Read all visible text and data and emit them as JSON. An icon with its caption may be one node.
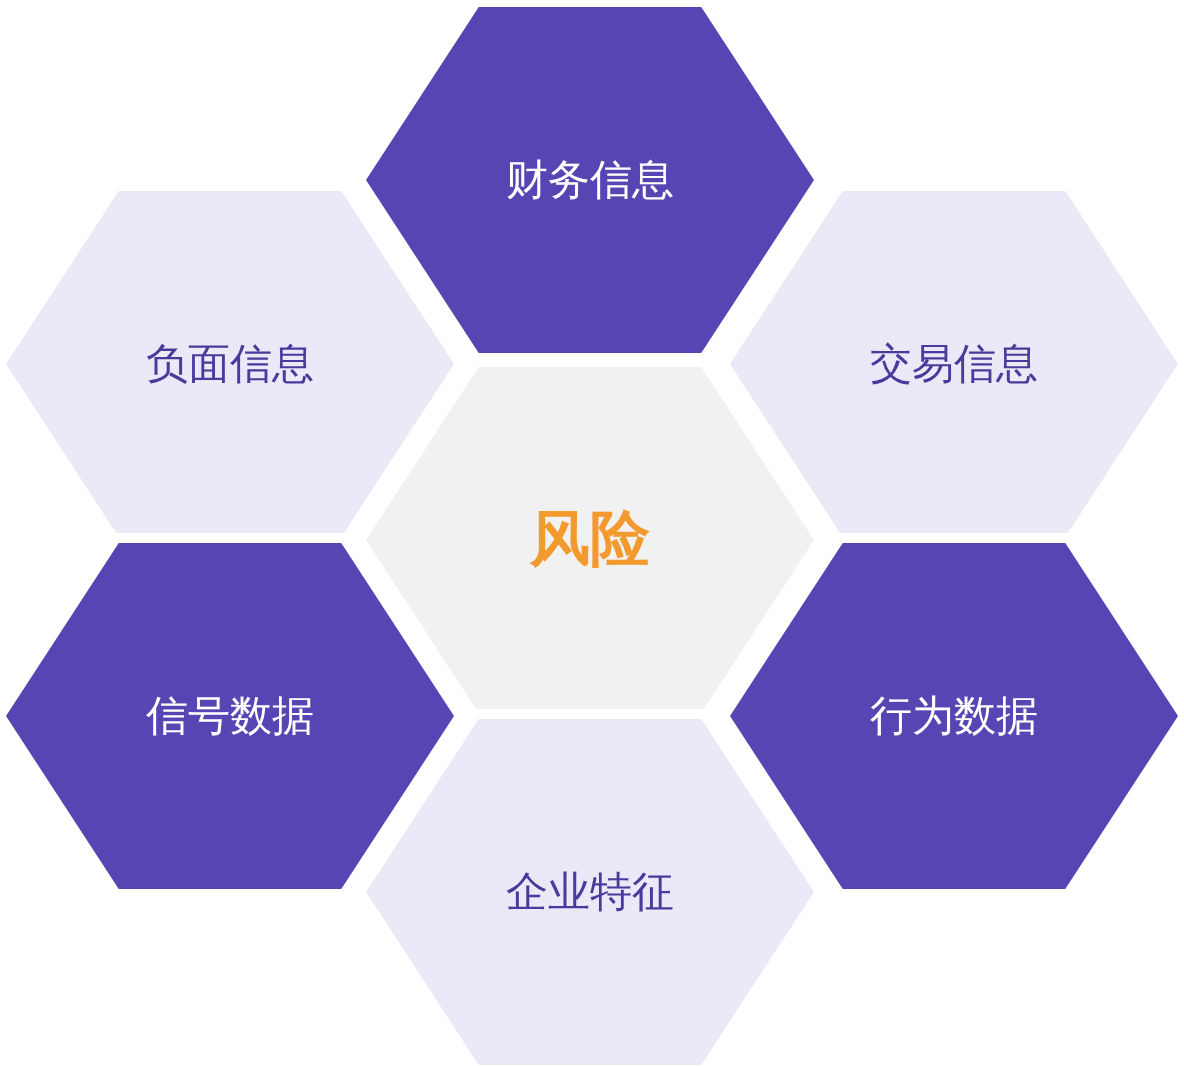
{
  "diagram": {
    "nodes": [
      {
        "text": [
          "财务信息"
        ]
      },
      {
        "text": [
          "负面信息"
        ]
      },
      {
        "text": [
          "风险"
        ]
      },
      {
        "text": [
          "交易信息"
        ]
      },
      {
        "text": [
          "信号数据"
        ]
      },
      {
        "text": [
          "行为数据"
        ]
      },
      {
        "text": [
          "企业特征"
        ]
      }
    ]
  }
}
